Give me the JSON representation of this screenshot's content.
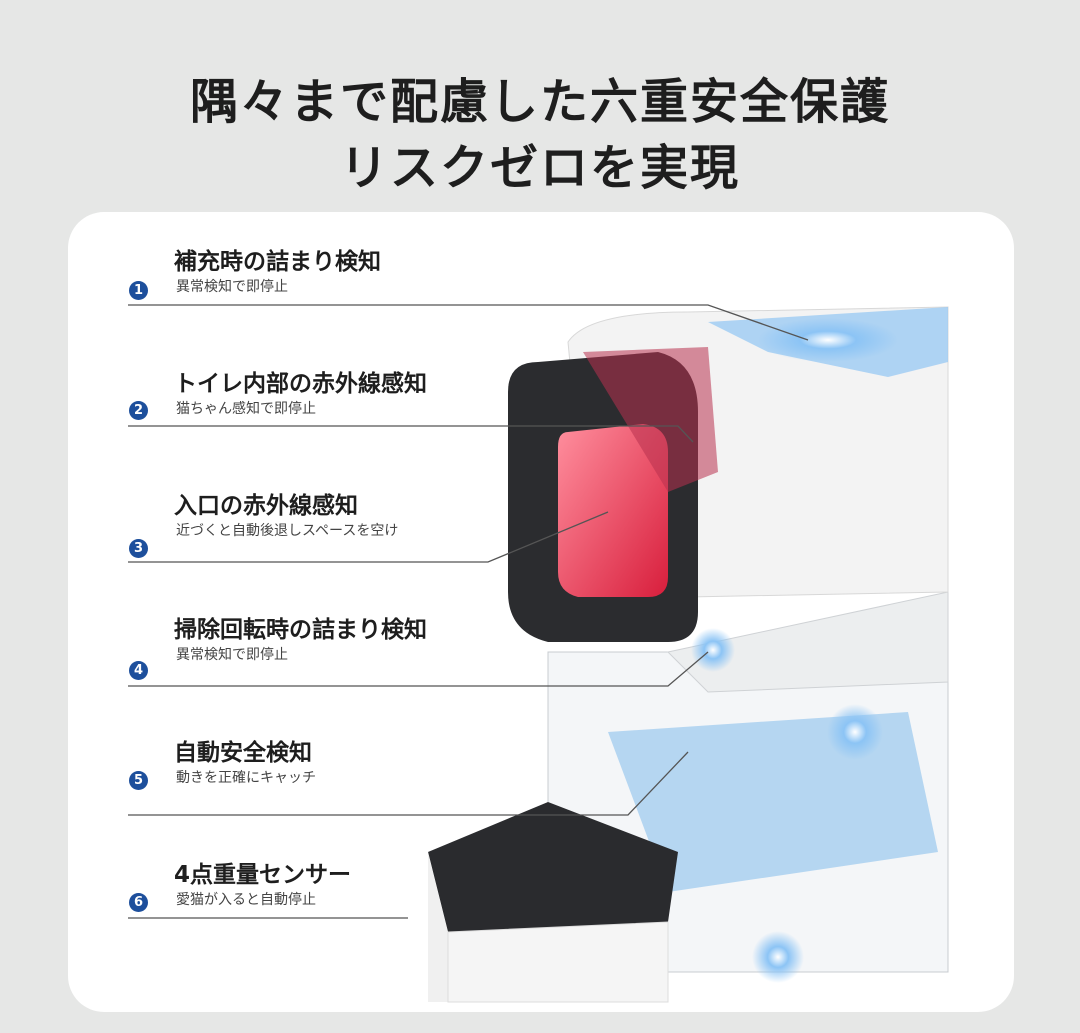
{
  "headline": {
    "line1": "隅々まで配慮した六重安全保護",
    "line2": "リスクゼロを実現"
  },
  "features": [
    {
      "number": "1",
      "title": "補充時の詰まり検知",
      "subtitle": "異常検知で即停止"
    },
    {
      "number": "2",
      "title": "トイレ内部の赤外線感知",
      "subtitle": "猫ちゃん感知で即停止"
    },
    {
      "number": "3",
      "title": "入口の赤外線感知",
      "subtitle": "近づくと自動後退しスペースを空け"
    },
    {
      "number": "4",
      "title": "掃除回転時の詰まり検知",
      "subtitle": "異常検知で即停止"
    },
    {
      "number": "5",
      "title": "自動安全検知",
      "subtitle": "動きを正確にキャッチ"
    },
    {
      "number": "6",
      "title": "4点重量センサー",
      "subtitle": "愛猫が入ると自動停止"
    }
  ],
  "colors": {
    "accent": "#1d4f9c",
    "background": "#e6e7e6",
    "infrared": "#e0304a",
    "sensor_glow": "#5aa8f0"
  }
}
